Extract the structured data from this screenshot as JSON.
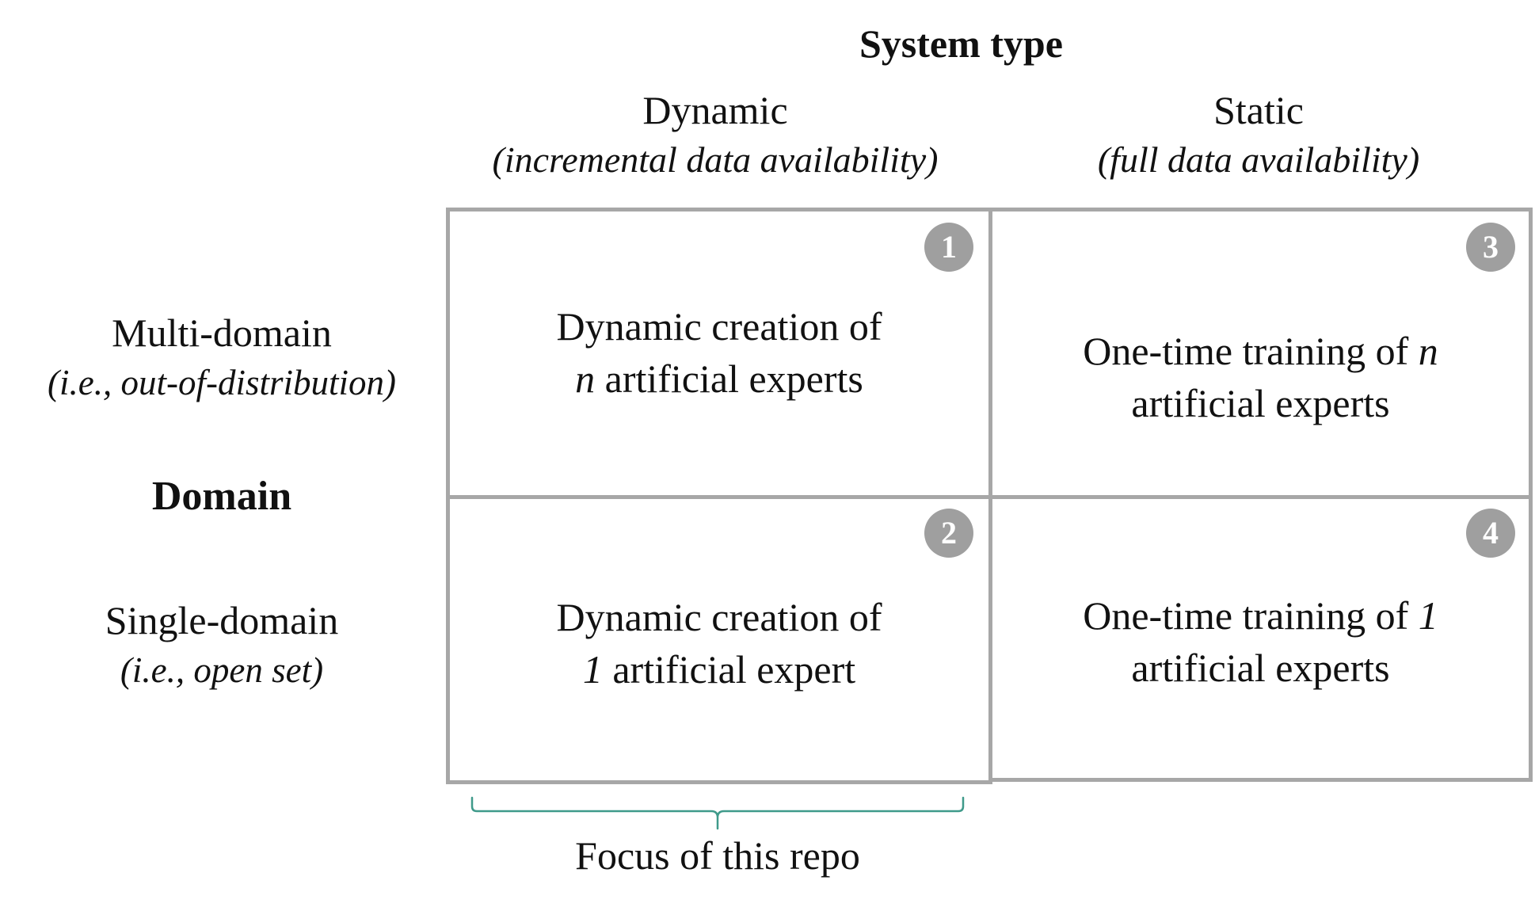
{
  "axes": {
    "system_type": "System type",
    "domain": "Domain"
  },
  "columns": [
    {
      "label": "Dynamic",
      "sublabel": "(incremental data availability)"
    },
    {
      "label": "Static",
      "sublabel": "(full data availability)"
    }
  ],
  "rows": [
    {
      "label": "Multi-domain",
      "sublabel": "(i.e., out-of-distribution)"
    },
    {
      "label": "Single-domain",
      "sublabel": "(i.e., open set)"
    }
  ],
  "cells": [
    {
      "number": "1",
      "line1": "Dynamic creation of",
      "line2_italic": "n",
      "line2_rest": " artificial experts"
    },
    {
      "number": "3",
      "line1_text": "One-time training of ",
      "line1_italic": "n",
      "line2": "artificial experts"
    },
    {
      "number": "2",
      "line1": "Dynamic creation of",
      "line2_italic": "1",
      "line2_rest": " artificial expert"
    },
    {
      "number": "4",
      "line1_text": "One-time training of ",
      "line1_italic": "1",
      "line2": "artificial experts"
    }
  ],
  "focus_label": "Focus of this repo",
  "colors": {
    "grid_border": "#a7a7a7",
    "badge_fill": "#9f9f9f",
    "brace": "#3f9a8a",
    "text": "#111111"
  }
}
